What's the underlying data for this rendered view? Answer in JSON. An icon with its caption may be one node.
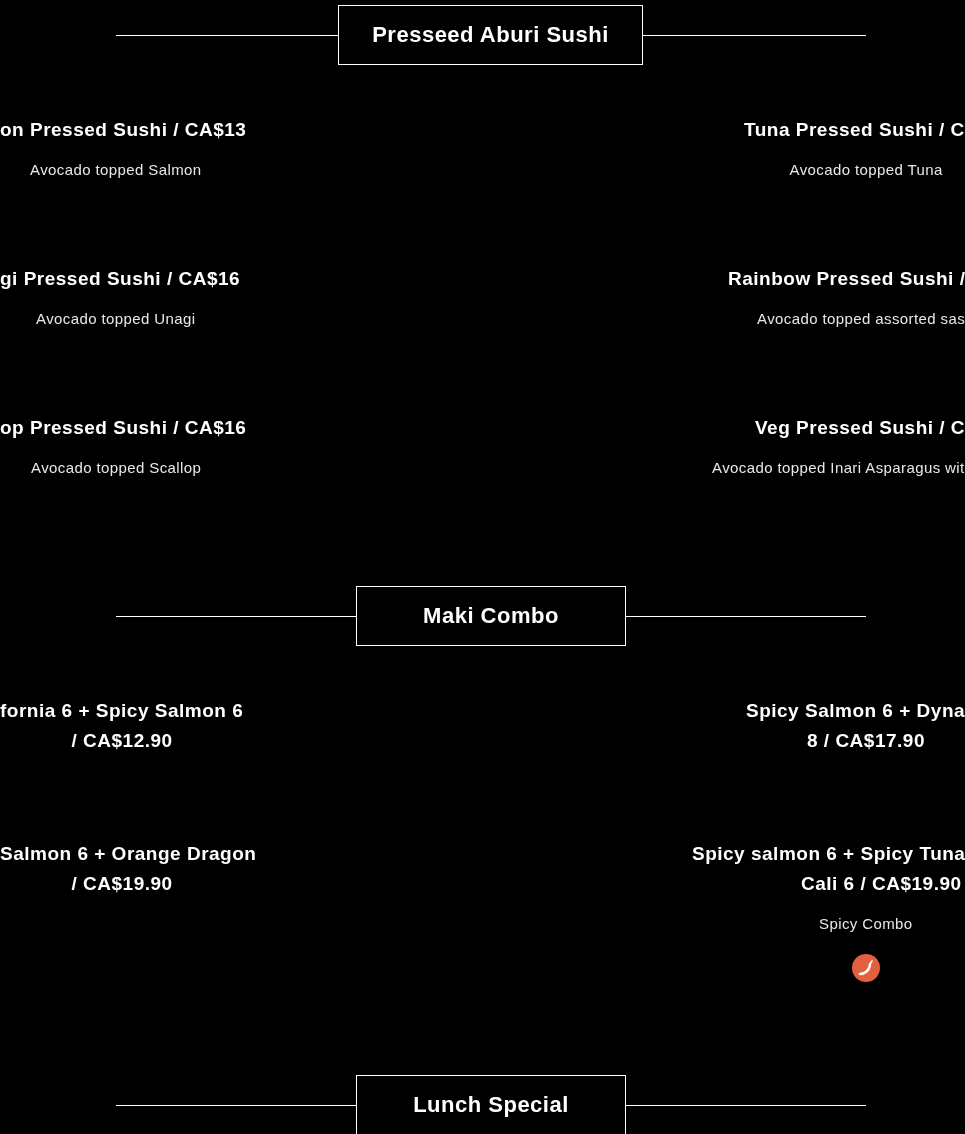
{
  "diagram": {
    "nodes": [
      {
        "text": [
          "Presseed Aburi Sushi"
        ]
      },
      {
        "text": [
          "Maki Combo"
        ]
      },
      {
        "text": [
          "Lunch Special"
        ]
      }
    ],
    "labels": [
      "on Pressed Sushi / CA$13",
      "Tuna Pressed Sushi / C",
      "Avocado topped Salmon",
      "Avocado topped Tuna",
      "gi Pressed Sushi / CA$16",
      "Rainbow Pressed Sushi /",
      "Avocado topped Unagi",
      "Avocado topped assorted sas",
      "op Pressed Sushi / CA$16",
      "Veg Pressed Sushi / C",
      "Avocado topped Scallop",
      "Avocado topped Inari Asparagus wit",
      "fornia 6 + Spicy Salmon 6",
      "Spicy Salmon 6 + Dyna",
      "/ CA$12.90",
      "8 / CA$17.90",
      "Salmon 6 + Orange Dragon",
      "Spicy salmon 6 + Spicy Tuna",
      "/ CA$19.90",
      "Cali 6 / CA$19.90",
      "Spicy Combo"
    ]
  }
}
